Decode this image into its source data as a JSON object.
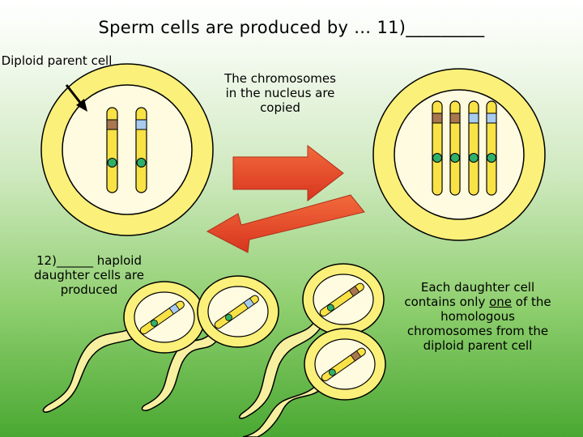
{
  "title": "Sperm cells are produced by …  11)_________",
  "labels": {
    "diploid_parent": "Diploid parent cell",
    "copied": "The chromosomes in the nucleus are copied",
    "haploid": "12)______ haploid daughter cells are produced",
    "each_pre": "Each daughter cell contains only ",
    "each_emph": "one",
    "each_post": " of the homologous chromosomes from the diploid parent cell"
  },
  "colors": {
    "cell_yellow": "#fbf07a",
    "nucleus": "#fffbe0",
    "chromosome": "#f9e246",
    "centromere": "#2fb06a",
    "gene_brown": "#a8764f",
    "gene_blue": "#a8ccee",
    "arrow_red": "#e8462a"
  }
}
